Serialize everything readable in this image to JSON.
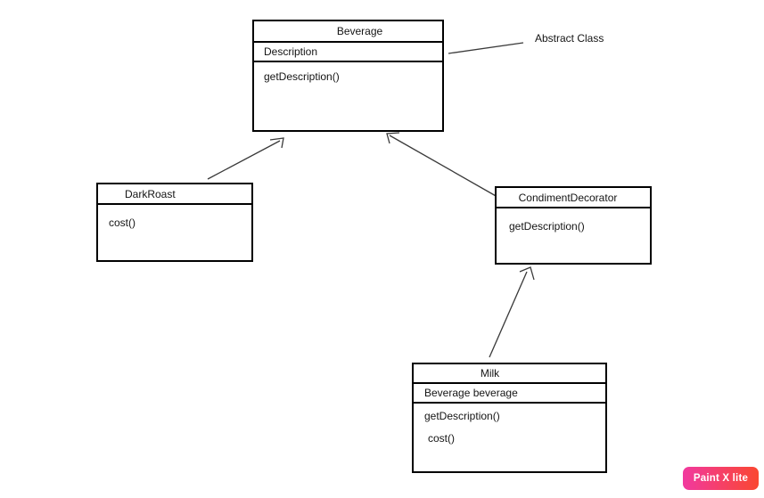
{
  "diagram": {
    "type": "uml-class-diagram",
    "classes": {
      "beverage": {
        "name": "Beverage",
        "attributes": [
          "Description"
        ],
        "methods": [
          "getDescription()"
        ]
      },
      "darkroast": {
        "name": "DarkRoast",
        "attributes": [],
        "methods": [
          "cost()"
        ]
      },
      "condimentDecorator": {
        "name": "CondimentDecorator",
        "attributes": [],
        "methods": [
          "getDescription()"
        ]
      },
      "milk": {
        "name": "Milk",
        "attributes": [
          "Beverage beverage"
        ],
        "methods": [
          "getDescription()",
          "cost()"
        ]
      }
    },
    "annotation": {
      "text": "Abstract Class",
      "points_to": "Beverage"
    },
    "relationships": [
      {
        "from": "DarkRoast",
        "to": "Beverage",
        "type": "inheritance-arrow"
      },
      {
        "from": "CondimentDecorator",
        "to": "Beverage",
        "type": "inheritance-arrow"
      },
      {
        "from": "Milk",
        "to": "CondimentDecorator",
        "type": "inheritance-arrow"
      }
    ],
    "colors": {
      "box_stroke": "#000000",
      "line_stroke": "#3a3a3a",
      "background": "#ffffff"
    }
  },
  "watermark": {
    "text": "Paint X lite",
    "gradient_start": "#f1399f",
    "gradient_end": "#fa4730"
  }
}
